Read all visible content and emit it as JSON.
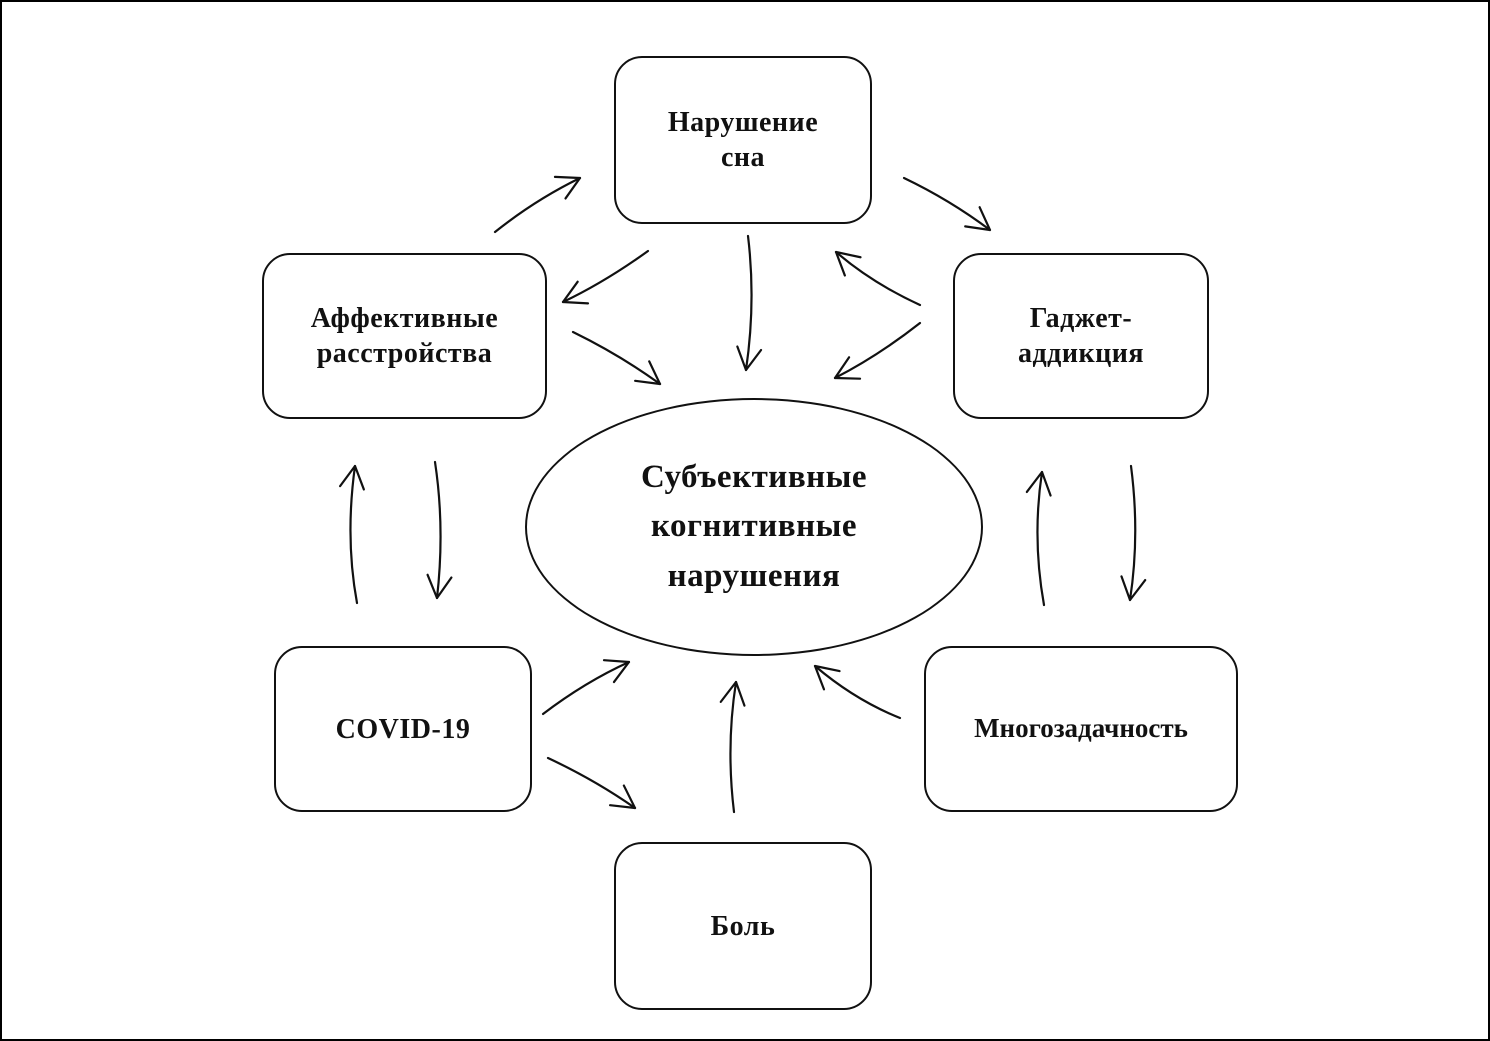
{
  "diagram": {
    "center": {
      "lines": [
        "Субъективные",
        "когнитивные",
        "нарушения"
      ]
    },
    "nodes": {
      "sleep": {
        "lines": [
          "Нарушение",
          "сна"
        ]
      },
      "affect": {
        "lines": [
          "Аффективные",
          "расстройства"
        ]
      },
      "gadget": {
        "lines": [
          "Гаджет-",
          "аддикция"
        ]
      },
      "covid": {
        "lines": [
          "COVID-19"
        ]
      },
      "multi": {
        "lines": [
          "Многозадачность"
        ]
      },
      "pain": {
        "lines": [
          "Боль"
        ]
      }
    },
    "colors": {
      "stroke": "#111111",
      "background": "#ffffff"
    }
  }
}
